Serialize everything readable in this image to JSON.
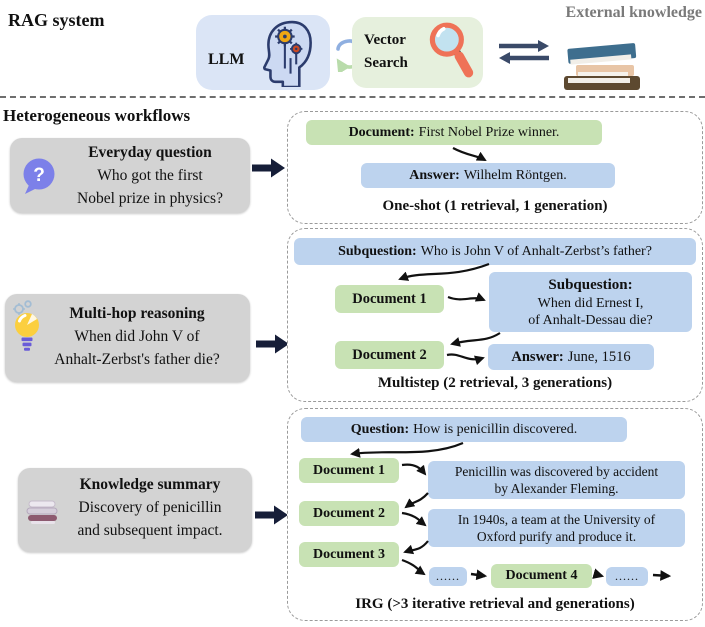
{
  "colors": {
    "blue_box": "#bdd3ee",
    "green_box": "#c8e2b4",
    "gray_box": "#d3d3d3",
    "llm_box_bg": "#dbe5f6",
    "vector_box_bg": "#e6f0dd",
    "dark_arrow": "#161e38",
    "external_label_text": "#7a7a7a",
    "question_bubble": "#7c80e9",
    "bulb_yellow": "#fbcf3f",
    "magnifier_red": "#ef7257"
  },
  "header": {
    "title": "RAG system",
    "llm_label": "LLM",
    "vector_line1": "Vector",
    "vector_line2": "Search",
    "external_label": "External knowledge"
  },
  "section_heading": "Heterogeneous workflows",
  "workflows": [
    {
      "icon": "question-bubble-icon",
      "title": "Everyday question",
      "lines": [
        "Who got the first",
        "Nobel prize in physics?"
      ]
    },
    {
      "icon": "lightbulb-gears-icon",
      "title": "Multi-hop reasoning",
      "lines": [
        "When did John V of",
        "Anhalt-Zerbst's father die?"
      ]
    },
    {
      "icon": "books-icon",
      "title": "Knowledge summary",
      "lines": [
        "Discovery of penicillin",
        "and subsequent impact."
      ]
    }
  ],
  "panel1": {
    "document_label": "Document:",
    "document_text": "First Nobel Prize winner.",
    "answer_label": "Answer:",
    "answer_text": "Wilhelm Röntgen.",
    "caption": "One-shot (1 retrieval, 1 generation)"
  },
  "panel2": {
    "subquestion1_label": "Subquestion:",
    "subquestion1_text": "Who is John V of Anhalt-Zerbst’s father?",
    "document1": "Document 1",
    "subquestion2_label": "Subquestion:",
    "subquestion2_line1": "When did Ernest I,",
    "subquestion2_line2": "of Anhalt-Dessau die?",
    "document2": "Document 2",
    "answer_label": "Answer:",
    "answer_text": "June, 1516",
    "caption": "Multistep (2 retrieval, 3 generations)"
  },
  "panel3": {
    "question_label": "Question:",
    "question_text": "How is penicillin discovered.",
    "document1": "Document 1",
    "passage1_line1": "Penicillin was discovered by accident",
    "passage1_line2": "by Alexander Fleming.",
    "document2": "Document 2",
    "passage2_line1": "In 1940s, a team at the University of",
    "passage2_line2": "Oxford purify and produce it.",
    "document3": "Document 3",
    "dots1": "......",
    "document4": "Document 4",
    "dots2": "......",
    "caption": "IRG (>3 iterative retrieval and generations)"
  }
}
